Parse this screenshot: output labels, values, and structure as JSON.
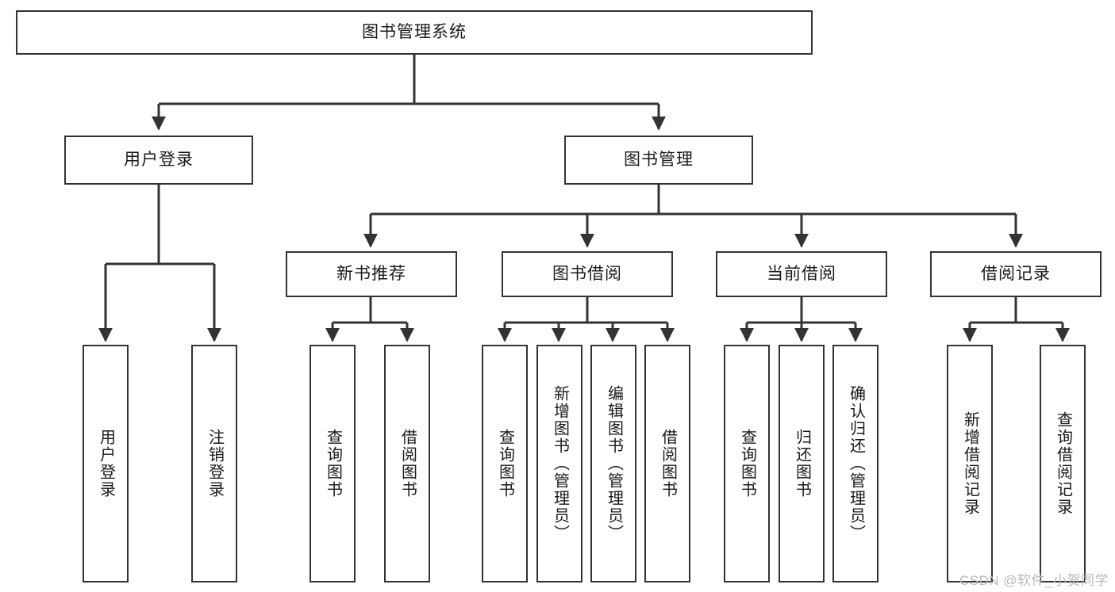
{
  "diagram": {
    "title": "图书管理系统",
    "type": "tree-hierarchy",
    "watermark": "CSDN @软件_小贺同学",
    "colors": {
      "background": "#ffffff",
      "box_border": "#333333",
      "box_fill": "#ffffff",
      "text": "#1a1a1a",
      "connector": "#333333",
      "watermark": "#b9b9b9"
    },
    "root": {
      "label": "图书管理系统"
    },
    "level1": [
      {
        "label": "用户登录"
      },
      {
        "label": "图书管理"
      }
    ],
    "level2": [
      {
        "label": "新书推荐"
      },
      {
        "label": "图书借阅"
      },
      {
        "label": "当前借阅"
      },
      {
        "label": "借阅记录"
      }
    ],
    "leaves": {
      "user_login": [
        {
          "label": "用户登录"
        },
        {
          "label": "注销登录"
        }
      ],
      "new_book_recommend": [
        {
          "label": "查询图书"
        },
        {
          "label": "借阅图书"
        }
      ],
      "book_borrow": [
        {
          "label": "查询图书"
        },
        {
          "label": "新增图书（管理员）"
        },
        {
          "label": "编辑图书（管理员）"
        },
        {
          "label": "借阅图书"
        }
      ],
      "current_borrow": [
        {
          "label": "查询图书"
        },
        {
          "label": "归还图书"
        },
        {
          "label": "确认归还（管理员）"
        }
      ],
      "borrow_record": [
        {
          "label": "新增借阅记录"
        },
        {
          "label": "查询借阅记录"
        }
      ]
    }
  }
}
